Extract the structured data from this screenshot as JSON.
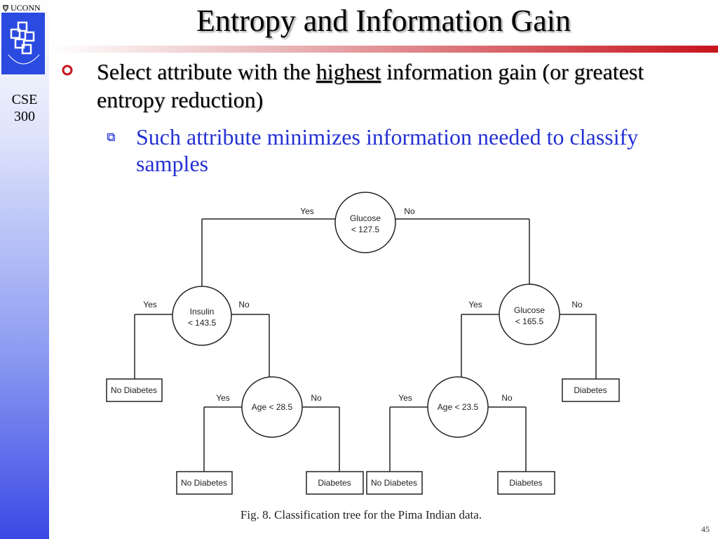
{
  "sidebar": {
    "university": "UCONN",
    "course": "CSE",
    "course_number": "300"
  },
  "title": "Entropy and Information Gain",
  "bullets": {
    "b1_pre": "Select attribute with the ",
    "b1_highlight": "highest",
    "b1_post": " information gain (or greatest entropy reduction)",
    "b2": "Such attribute minimizes information needed to classify samples"
  },
  "tree": {
    "root": {
      "line1": "Glucose",
      "line2": "< 127.5",
      "yes": "Yes",
      "no": "No"
    },
    "insulin": {
      "line1": "Insulin",
      "line2": "< 143.5",
      "yes": "Yes",
      "no": "No"
    },
    "glucose2": {
      "line1": "Glucose",
      "line2": "< 165.5",
      "yes": "Yes",
      "no": "No"
    },
    "age1": {
      "label": "Age < 28.5",
      "yes": "Yes",
      "no": "No"
    },
    "age2": {
      "label": "Age < 23.5",
      "yes": "Yes",
      "no": "No"
    },
    "leaves": [
      "No Diabetes",
      "Diabetes",
      "No Diabetes",
      "Diabetes",
      "No Diabetes",
      "Diabetes"
    ]
  },
  "caption": "Fig. 8.  Classification tree for the Pima Indian data.",
  "slide_number": "45",
  "colors": {
    "accent_red": "#c8141c",
    "bullet_blue": "#2431d2",
    "sidebar_blue": "#3a49e4"
  }
}
